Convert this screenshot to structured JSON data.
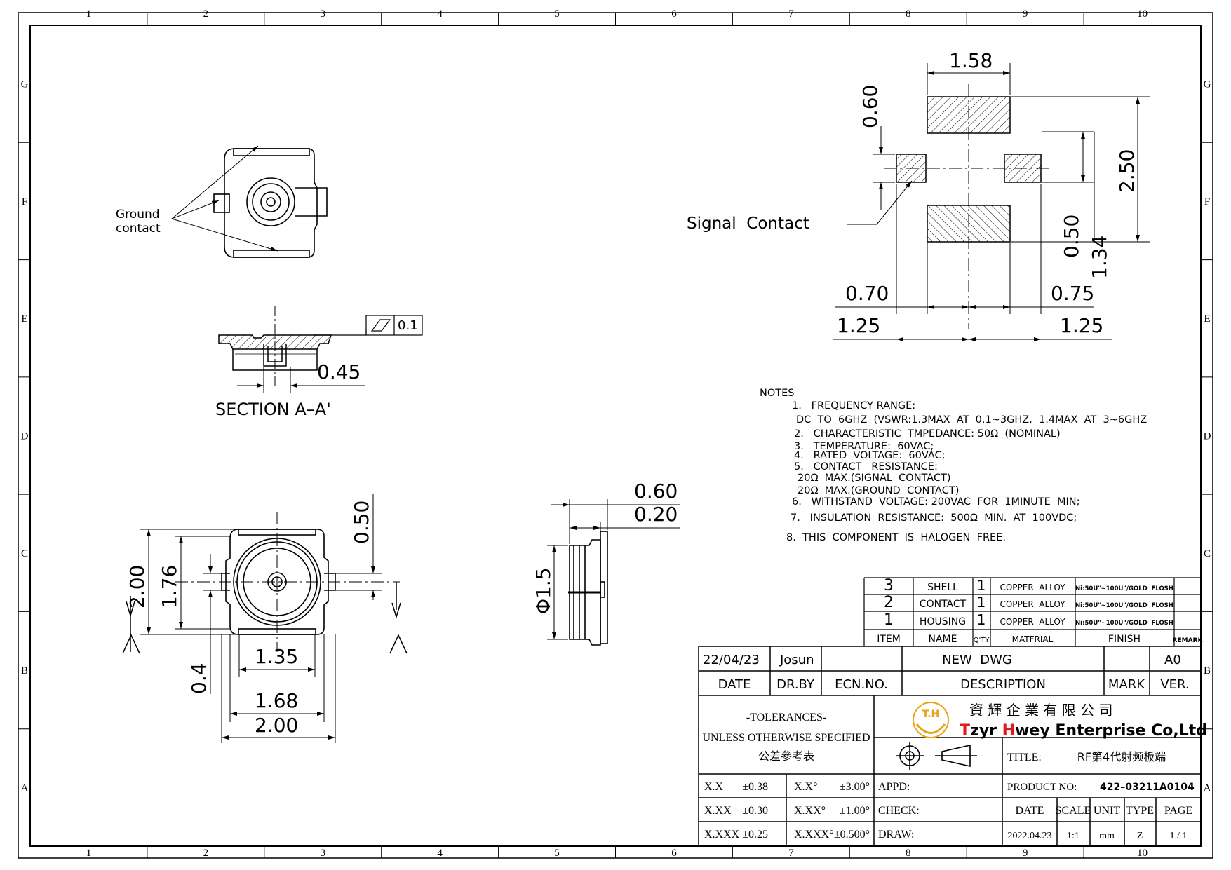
{
  "frame": {
    "columns": [
      "1",
      "2",
      "3",
      "4",
      "5",
      "6",
      "7",
      "8",
      "9",
      "10"
    ],
    "rows": [
      "G",
      "F",
      "E",
      "D",
      "C",
      "B",
      "A"
    ]
  },
  "labels": {
    "ground_contact_line1": "Ground",
    "ground_contact_line2": "contact",
    "signal_contact": "Signal  Contact",
    "section": "SECTION  A–A'",
    "flatness_value": "0.1",
    "section_A_left": "A",
    "section_A_right": "A"
  },
  "dims": {
    "section_045": "0.45",
    "pad_158": "1.58",
    "pad_060": "0.60",
    "pad_250": "2.50",
    "pad_050": "0.50",
    "pad_134": "1.34",
    "pad_070": "0.70",
    "pad_075": "0.75",
    "pad_125_left": "1.25",
    "pad_125_right": "1.25",
    "top_050": "0.50",
    "top_200_v": "2.00",
    "top_176": "1.76",
    "top_04": "0.4",
    "top_135": "1.35",
    "top_168": "1.68",
    "top_200_h": "2.00",
    "side_060": "0.60",
    "side_020": "0.20",
    "side_phi15": "Φ1.5"
  },
  "notes": {
    "heading": "NOTES",
    "items": [
      "1.   FREQUENCY RANGE:",
      "DC  TO  6GHZ  (VSWR:1.3MAX  AT  0.1~3GHZ,  1.4MAX  AT  3~6GHZ",
      "2.   CHARACTERISTIC  TMPEDANCE: 50Ω  (NOMINAL)",
      "3.   TEMPERATURE:  60VAC;",
      "4.   RATED  VOLTAGE:  60VAC;",
      "5.   CONTACT   RESISTANCE:",
      "20Ω  MAX.(SIGNAL  CONTACT)",
      "20Ω  MAX.(GROUND  CONTACT)",
      "6.   WITHSTAND  VOLTAGE: 200VAC  FOR  1MINUTE  MIN;",
      "7.   INSULATION  RESISTANCE:  500Ω  MIN.  AT  100VDC;",
      "8.  THIS  COMPONENT  IS  HALOGEN  FREE."
    ]
  },
  "bom": {
    "rows": [
      {
        "item": "3",
        "name": "SHELL",
        "qty": "1",
        "material": "COPPER  ALLOY",
        "finish": "Ni:50U\"~100U\"/GOLD  FLOSH",
        "remark": ""
      },
      {
        "item": "2",
        "name": "CONTACT",
        "qty": "1",
        "material": "COPPER  ALLOY",
        "finish": "Ni:50U\"~100U\"/GOLD  FLOSH",
        "remark": ""
      },
      {
        "item": "1",
        "name": "HOUSING",
        "qty": "1",
        "material": "COPPER  ALLOY",
        "finish": "Ni:50U\"~100U\"/GOLD  FLOSH",
        "remark": ""
      }
    ],
    "headers": {
      "item": "ITEM",
      "name": "NAME",
      "qty": "Q'TY",
      "material": "MATFRIAL",
      "finish": "FINISH",
      "remark": "REMARK"
    }
  },
  "revision": {
    "date": "22/04/23",
    "drawn_by": "Josun",
    "ecn": "",
    "description": "NEW  DWG",
    "mark": "",
    "version": "A0",
    "headers": {
      "date": "DATE",
      "drby": "DR.BY",
      "ecn": "ECN.NO.",
      "description": "DESCRIPTION",
      "mark": "MARK",
      "version": "VER."
    }
  },
  "company": {
    "logo_text": "T.H",
    "chinese_name": "資 輝 企 業 有 限 公 司",
    "english_name": "Tzyr Hwey Enterprise Co,Ltd",
    "english_name_part1": "T",
    "english_name_part2": "zyr ",
    "english_name_part3": "H",
    "english_name_part4": "wey Enterprise Co,Ltd",
    "accent_color": "#e11b1b",
    "logo_color": "#e8a317"
  },
  "tolerances": {
    "line1": "-TOLERANCES-",
    "line2": "UNLESS OTHERWISE SPECIFIED",
    "line3": "公差參考表",
    "rows": [
      {
        "k1": "X.X",
        "v1": "±0.38",
        "k2": "X.X°",
        "v2": "±3.00°"
      },
      {
        "k1": "X.XX",
        "v1": "±0.30",
        "k2": "X.XX°",
        "v2": "±1.00°"
      },
      {
        "k1": "X.XXX",
        "v1": "±0.25",
        "k2": "X.XXX°",
        "v2": "±0.500°"
      }
    ]
  },
  "title_block": {
    "title_label": "TITLE:",
    "title_value": "RF第4代射频板端",
    "appd_label": "APPD:",
    "check_label": "CHECK:",
    "draw_label": "DRAW:",
    "product_no_label": "PRODUCT NO:",
    "product_no": "422–03211A0104",
    "date_label": "DATE",
    "scale_label": "SCALE",
    "unit_label": "UNIT",
    "type_label": "TYPE",
    "page_label": "PAGE",
    "date_value": "2022.04.23",
    "scale_value": "1:1",
    "unit_value": "mm",
    "type_value": "Z",
    "page_value": "1 / 1"
  }
}
